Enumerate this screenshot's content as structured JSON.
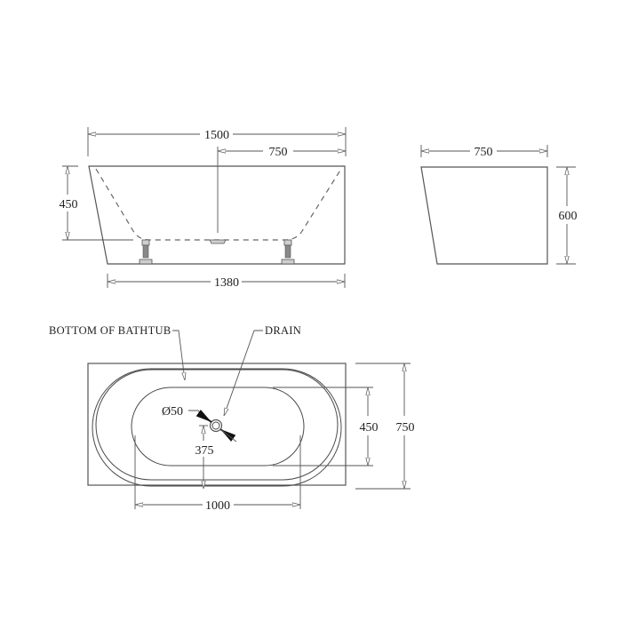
{
  "drawing": {
    "title": "Bathtub technical drawing",
    "colors": {
      "line": "#4a4a4a",
      "background": "#ffffff",
      "text": "#222222"
    }
  },
  "front_view": {
    "dim_total_length": "1500",
    "dim_drain_offset": "750",
    "dim_inner_depth": "450",
    "dim_base_length": "1380"
  },
  "end_view": {
    "dim_width": "750",
    "dim_height": "600"
  },
  "top_view": {
    "label_bottom": "BOTTOM OF BATHTUB",
    "label_drain": "DRAIN",
    "dim_drain_diameter": "Ø50",
    "dim_drain_from_edge": "375",
    "dim_inner_width": "450",
    "dim_outer_width": "750",
    "dim_bottom_length": "1000"
  }
}
